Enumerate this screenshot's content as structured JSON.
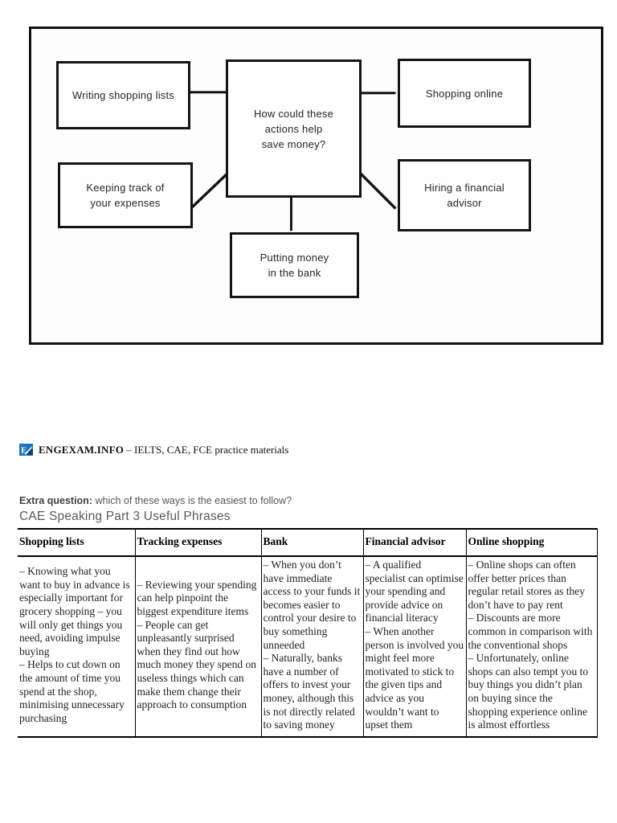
{
  "diagram": {
    "center_question": "How could these\nactions help\nsave money?",
    "boxes": {
      "writing": "Writing shopping lists",
      "online": "Shopping online",
      "tracking": "Keeping track of\nyour expenses",
      "advisor": "Hiring a financial\nadvisor",
      "bank": "Putting money\nin the bank"
    }
  },
  "brand": {
    "name": "ENGEXAM.INFO",
    "tagline": "– IELTS, CAE, FCE practice materials",
    "logo_letter": "E",
    "logo_blue": "#1b75bc",
    "logo_dark_blue": "#0e3f6e"
  },
  "extra_question": {
    "label": "Extra question:",
    "text": "which of these ways is the easiest to follow?"
  },
  "section_heading": "CAE Speaking Part 3 Useful Phrases",
  "table": {
    "columns": [
      {
        "header": "Shopping lists",
        "content": "– Knowing what you want to buy in advance is especially important for grocery shopping – you will only get things you need, avoiding impulse buying\n– Helps to cut down on the amount of time you spend at the shop, minimising unnecessary purchasing"
      },
      {
        "header": "Tracking expenses",
        "content": "– Reviewing your spending can help pinpoint the biggest expenditure items\n– People can get unpleasantly surprised when they find out how much money they spend on useless things which can make them change their approach to consumption"
      },
      {
        "header": "Bank",
        "content": "– When you don’t have immediate access to your funds it becomes easier to control your desire to buy something unneeded\n– Naturally, banks have a number of offers to invest your money, although this is not directly related to saving money"
      },
      {
        "header": "Financial advisor",
        "content": "– A qualified specialist can optimise your spending and provide advice on financial literacy\n– When another person is involved you might feel more motivated to stick to the given tips and advice as you wouldn’t want to upset them"
      },
      {
        "header": "Online shopping",
        "content": "– Online shops can often offer better prices than regular retail stores as they don’t have to pay rent\n– Discounts are more common in comparison with the conventional shops\n– Unfortunately, online shops can also tempt you to buy things you didn’t plan on buying since the shopping experience online is almost effortless"
      }
    ]
  }
}
